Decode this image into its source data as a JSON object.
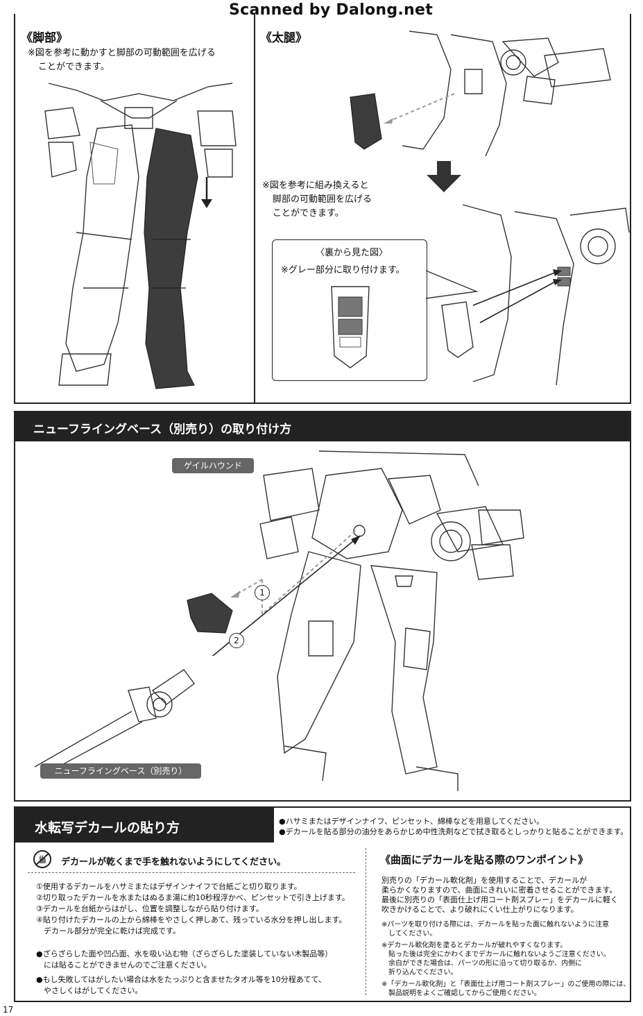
{
  "watermark": "Scanned by Dalong.net",
  "page_number": "17",
  "leg_section": {
    "title": "《脚部》",
    "note_line1": "※図を参考に動かすと脚部の可動範囲を広げる",
    "note_line2": "ことができます。"
  },
  "thigh_section": {
    "title": "《太腿》",
    "note_line1": "※図を参考に組み換えると",
    "note_line2": "脚部の可動範囲を広げる",
    "note_line3": "ことができます。",
    "back_view_title": "〈裏から見た図〉",
    "back_view_note": "※グレー部分に取り付けます。"
  },
  "flying_base": {
    "header": "ニューフライングベース（別売り）の取り付け方",
    "label_top": "ゲイルハウンド",
    "label_bottom": "ニューフライングベース（別売り）",
    "step1": "1",
    "step2": "2"
  },
  "decal": {
    "header": "水転写デカールの貼り方",
    "prep1": "●ハサミまたはデザインナイフ、ピンセット、綿棒などを用意してください。",
    "prep2": "●デカールを貼る部分の油分をあらかじめ中性洗剤などで拭き取るとしっかりと貼ることができます。",
    "warning": "デカールが乾くまで手を触れないようにしてください。",
    "steps": [
      "①使用するデカールをハサミまたはデザインナイフで台紙ごと切り取ります。",
      "②切り取ったデカールを水またはぬるま湯に約10秒程浮かべ、ピンセットで引き上げます。",
      "③デカールを台紙からはがし、位置を調整しながら貼り付けます。",
      "④貼り付けたデカールの上から綿棒をやさしく押しあて、残っている水分を押し出します。",
      "　デカール部分が完全に乾けば完成です。"
    ],
    "bullet1_line1": "●ざらざらした面や凹凸面、水を吸い込む物（ざらざらした塗装していない木製品等）",
    "bullet1_line2": "　には貼ることができませんのでご注意ください。",
    "bullet2_line1": "●もし失敗してはがしたい場合は水をたっぷりと含ませたタオル等を10分程あてて、",
    "bullet2_line2": "　やさしくはがしてください。",
    "tip_title": "《曲面にデカールを貼る際のワンポイント》",
    "tip_body": [
      "別売りの「デカール軟化剤」を使用することで、デカールが",
      "柔らかくなりますので、曲面にきれいに密着させることができます。",
      "最後に別売りの「表面仕上げ用コート剤スプレー」をデカールに軽く",
      "吹きかけることで、より破れにくい仕上がりになります。"
    ],
    "tip_note1_line1": "※パーツを取り付ける際には、デカールを貼った面に触れないように注意",
    "tip_note1_line2": "　してください。",
    "tip_note2_line1": "※デカール軟化剤を塗るとデカールが破れやすくなります。",
    "tip_note2_line2": "　貼った後は完全にかわくまでデカールに触れないようご注意ください。",
    "tip_note2_line3": "　余白ができた場合は、パーツの形に沿って切り取るか、内側に",
    "tip_note2_line4": "　折り込んでください。",
    "tip_note3_line1": "※「デカール軟化剤」と「表面仕上げ用コート剤スプレー」のご使用の際には、",
    "tip_note3_line2": "　製品説明をよくご確認してからご使用ください。"
  }
}
